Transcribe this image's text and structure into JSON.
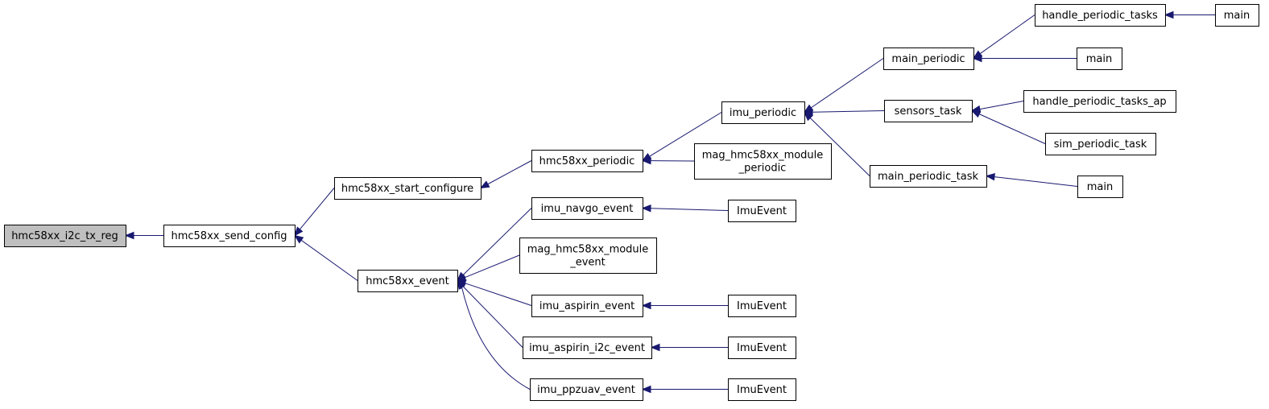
{
  "colors": {
    "edge": "#191970",
    "node_border": "#000000",
    "node_fill": "#ffffff",
    "highlight_fill": "#bfbfbf"
  },
  "nodes": [
    {
      "id": "n0",
      "lines": [
        "hmc58xx_i2c_tx_reg"
      ],
      "highlight": true
    },
    {
      "id": "n1",
      "lines": [
        "hmc58xx_send_config"
      ]
    },
    {
      "id": "n2",
      "lines": [
        "hmc58xx_start_configure"
      ]
    },
    {
      "id": "n3",
      "lines": [
        "hmc58xx_event"
      ]
    },
    {
      "id": "n4",
      "lines": [
        "hmc58xx_periodic"
      ]
    },
    {
      "id": "n5",
      "lines": [
        "imu_periodic"
      ]
    },
    {
      "id": "n6",
      "lines": [
        "mag_hmc58xx_module",
        "_periodic"
      ]
    },
    {
      "id": "n7",
      "lines": [
        "main_periodic"
      ]
    },
    {
      "id": "n8",
      "lines": [
        "sensors_task"
      ]
    },
    {
      "id": "n9",
      "lines": [
        "main_periodic_task"
      ]
    },
    {
      "id": "n10",
      "lines": [
        "handle_periodic_tasks"
      ]
    },
    {
      "id": "n11",
      "lines": [
        "main"
      ]
    },
    {
      "id": "n12",
      "lines": [
        "main"
      ]
    },
    {
      "id": "n13",
      "lines": [
        "handle_periodic_tasks_ap"
      ]
    },
    {
      "id": "n14",
      "lines": [
        "sim_periodic_task"
      ]
    },
    {
      "id": "n15",
      "lines": [
        "main"
      ]
    },
    {
      "id": "n16",
      "lines": [
        "imu_navgo_event"
      ]
    },
    {
      "id": "n17",
      "lines": [
        "mag_hmc58xx_module",
        "_event"
      ]
    },
    {
      "id": "n18",
      "lines": [
        "imu_aspirin_event"
      ]
    },
    {
      "id": "n19",
      "lines": [
        "imu_aspirin_i2c_event"
      ]
    },
    {
      "id": "n20",
      "lines": [
        "imu_ppzuav_event"
      ]
    },
    {
      "id": "n21",
      "lines": [
        "ImuEvent"
      ]
    },
    {
      "id": "n22",
      "lines": [
        "ImuEvent"
      ]
    },
    {
      "id": "n23",
      "lines": [
        "ImuEvent"
      ]
    },
    {
      "id": "n24",
      "lines": [
        "ImuEvent"
      ]
    }
  ],
  "edges": [
    {
      "from": "n1",
      "to": "n0"
    },
    {
      "from": "n2",
      "to": "n1"
    },
    {
      "from": "n3",
      "to": "n1"
    },
    {
      "from": "n4",
      "to": "n2"
    },
    {
      "from": "n5",
      "to": "n4"
    },
    {
      "from": "n6",
      "to": "n4"
    },
    {
      "from": "n7",
      "to": "n5"
    },
    {
      "from": "n8",
      "to": "n5"
    },
    {
      "from": "n9",
      "to": "n5"
    },
    {
      "from": "n10",
      "to": "n7"
    },
    {
      "from": "n12",
      "to": "n7"
    },
    {
      "from": "n11",
      "to": "n10"
    },
    {
      "from": "n13",
      "to": "n8"
    },
    {
      "from": "n14",
      "to": "n8"
    },
    {
      "from": "n15",
      "to": "n9"
    },
    {
      "from": "n16",
      "to": "n3"
    },
    {
      "from": "n17",
      "to": "n3"
    },
    {
      "from": "n18",
      "to": "n3"
    },
    {
      "from": "n19",
      "to": "n3"
    },
    {
      "from": "n20",
      "to": "n3"
    },
    {
      "from": "n21",
      "to": "n16"
    },
    {
      "from": "n22",
      "to": "n18"
    },
    {
      "from": "n23",
      "to": "n19"
    },
    {
      "from": "n24",
      "to": "n20"
    }
  ]
}
